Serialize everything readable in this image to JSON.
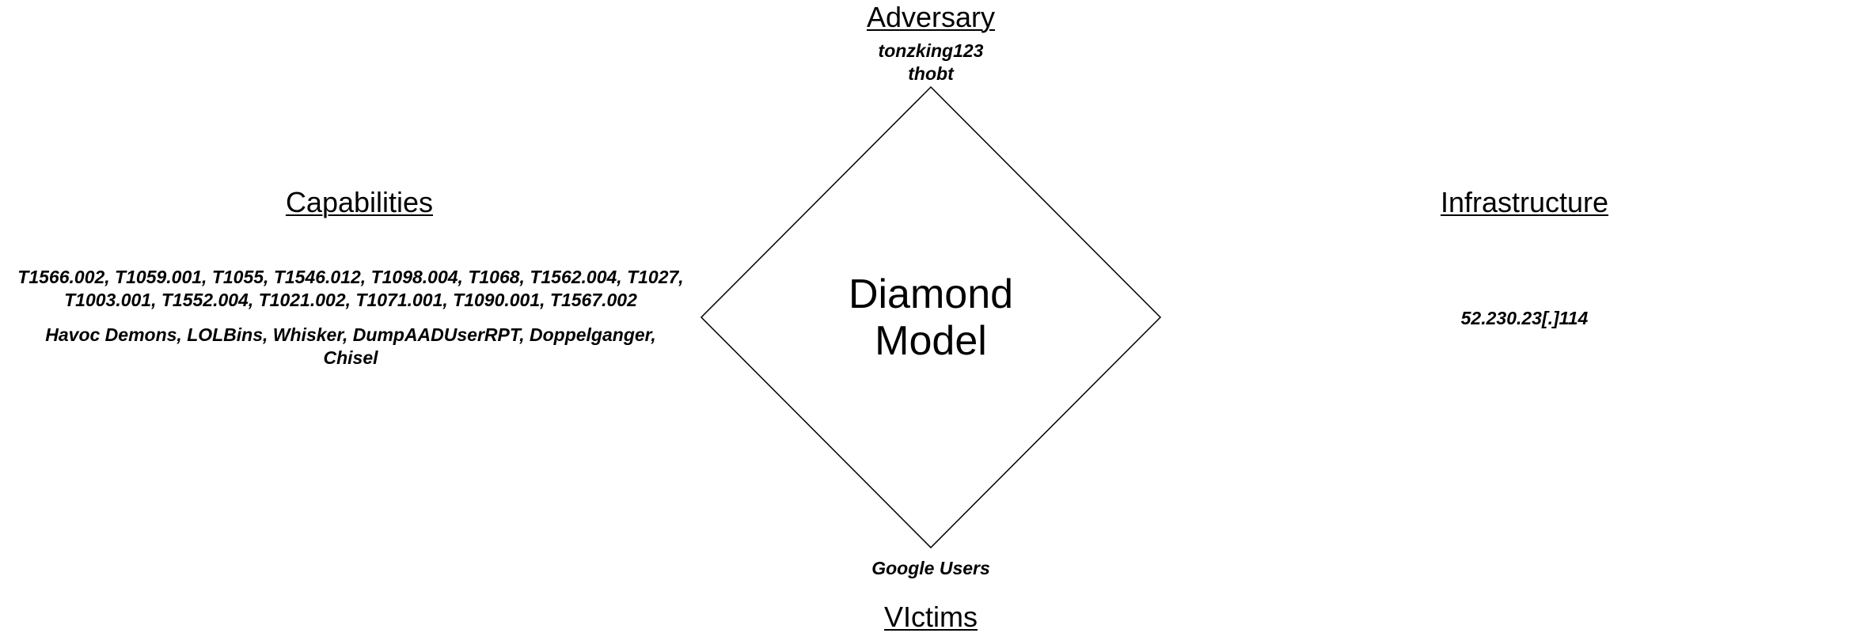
{
  "diagram": {
    "center_title_line1": "Diamond",
    "center_title_line2": "Model",
    "adversary": {
      "heading": "Adversary",
      "items": [
        "tonzking123",
        "thobt"
      ]
    },
    "capabilities": {
      "heading": "Capabilities",
      "techniques_line1": "T1566.002, T1059.001, T1055, T1546.012, T1098.004, T1068, T1562.004, T1027,",
      "techniques_line2": "T1003.001, T1552.004, T1021.002, T1071.001, T1090.001, T1567.002",
      "tools_line1": "Havoc Demons, LOLBins, Whisker, DumpAADUserRPT, Doppelganger,",
      "tools_line2": "Chisel"
    },
    "infrastructure": {
      "heading": "Infrastructure",
      "items": [
        "52.230.23[.]114"
      ]
    },
    "victims": {
      "heading": "VIctims",
      "items": [
        "Google Users"
      ]
    }
  }
}
